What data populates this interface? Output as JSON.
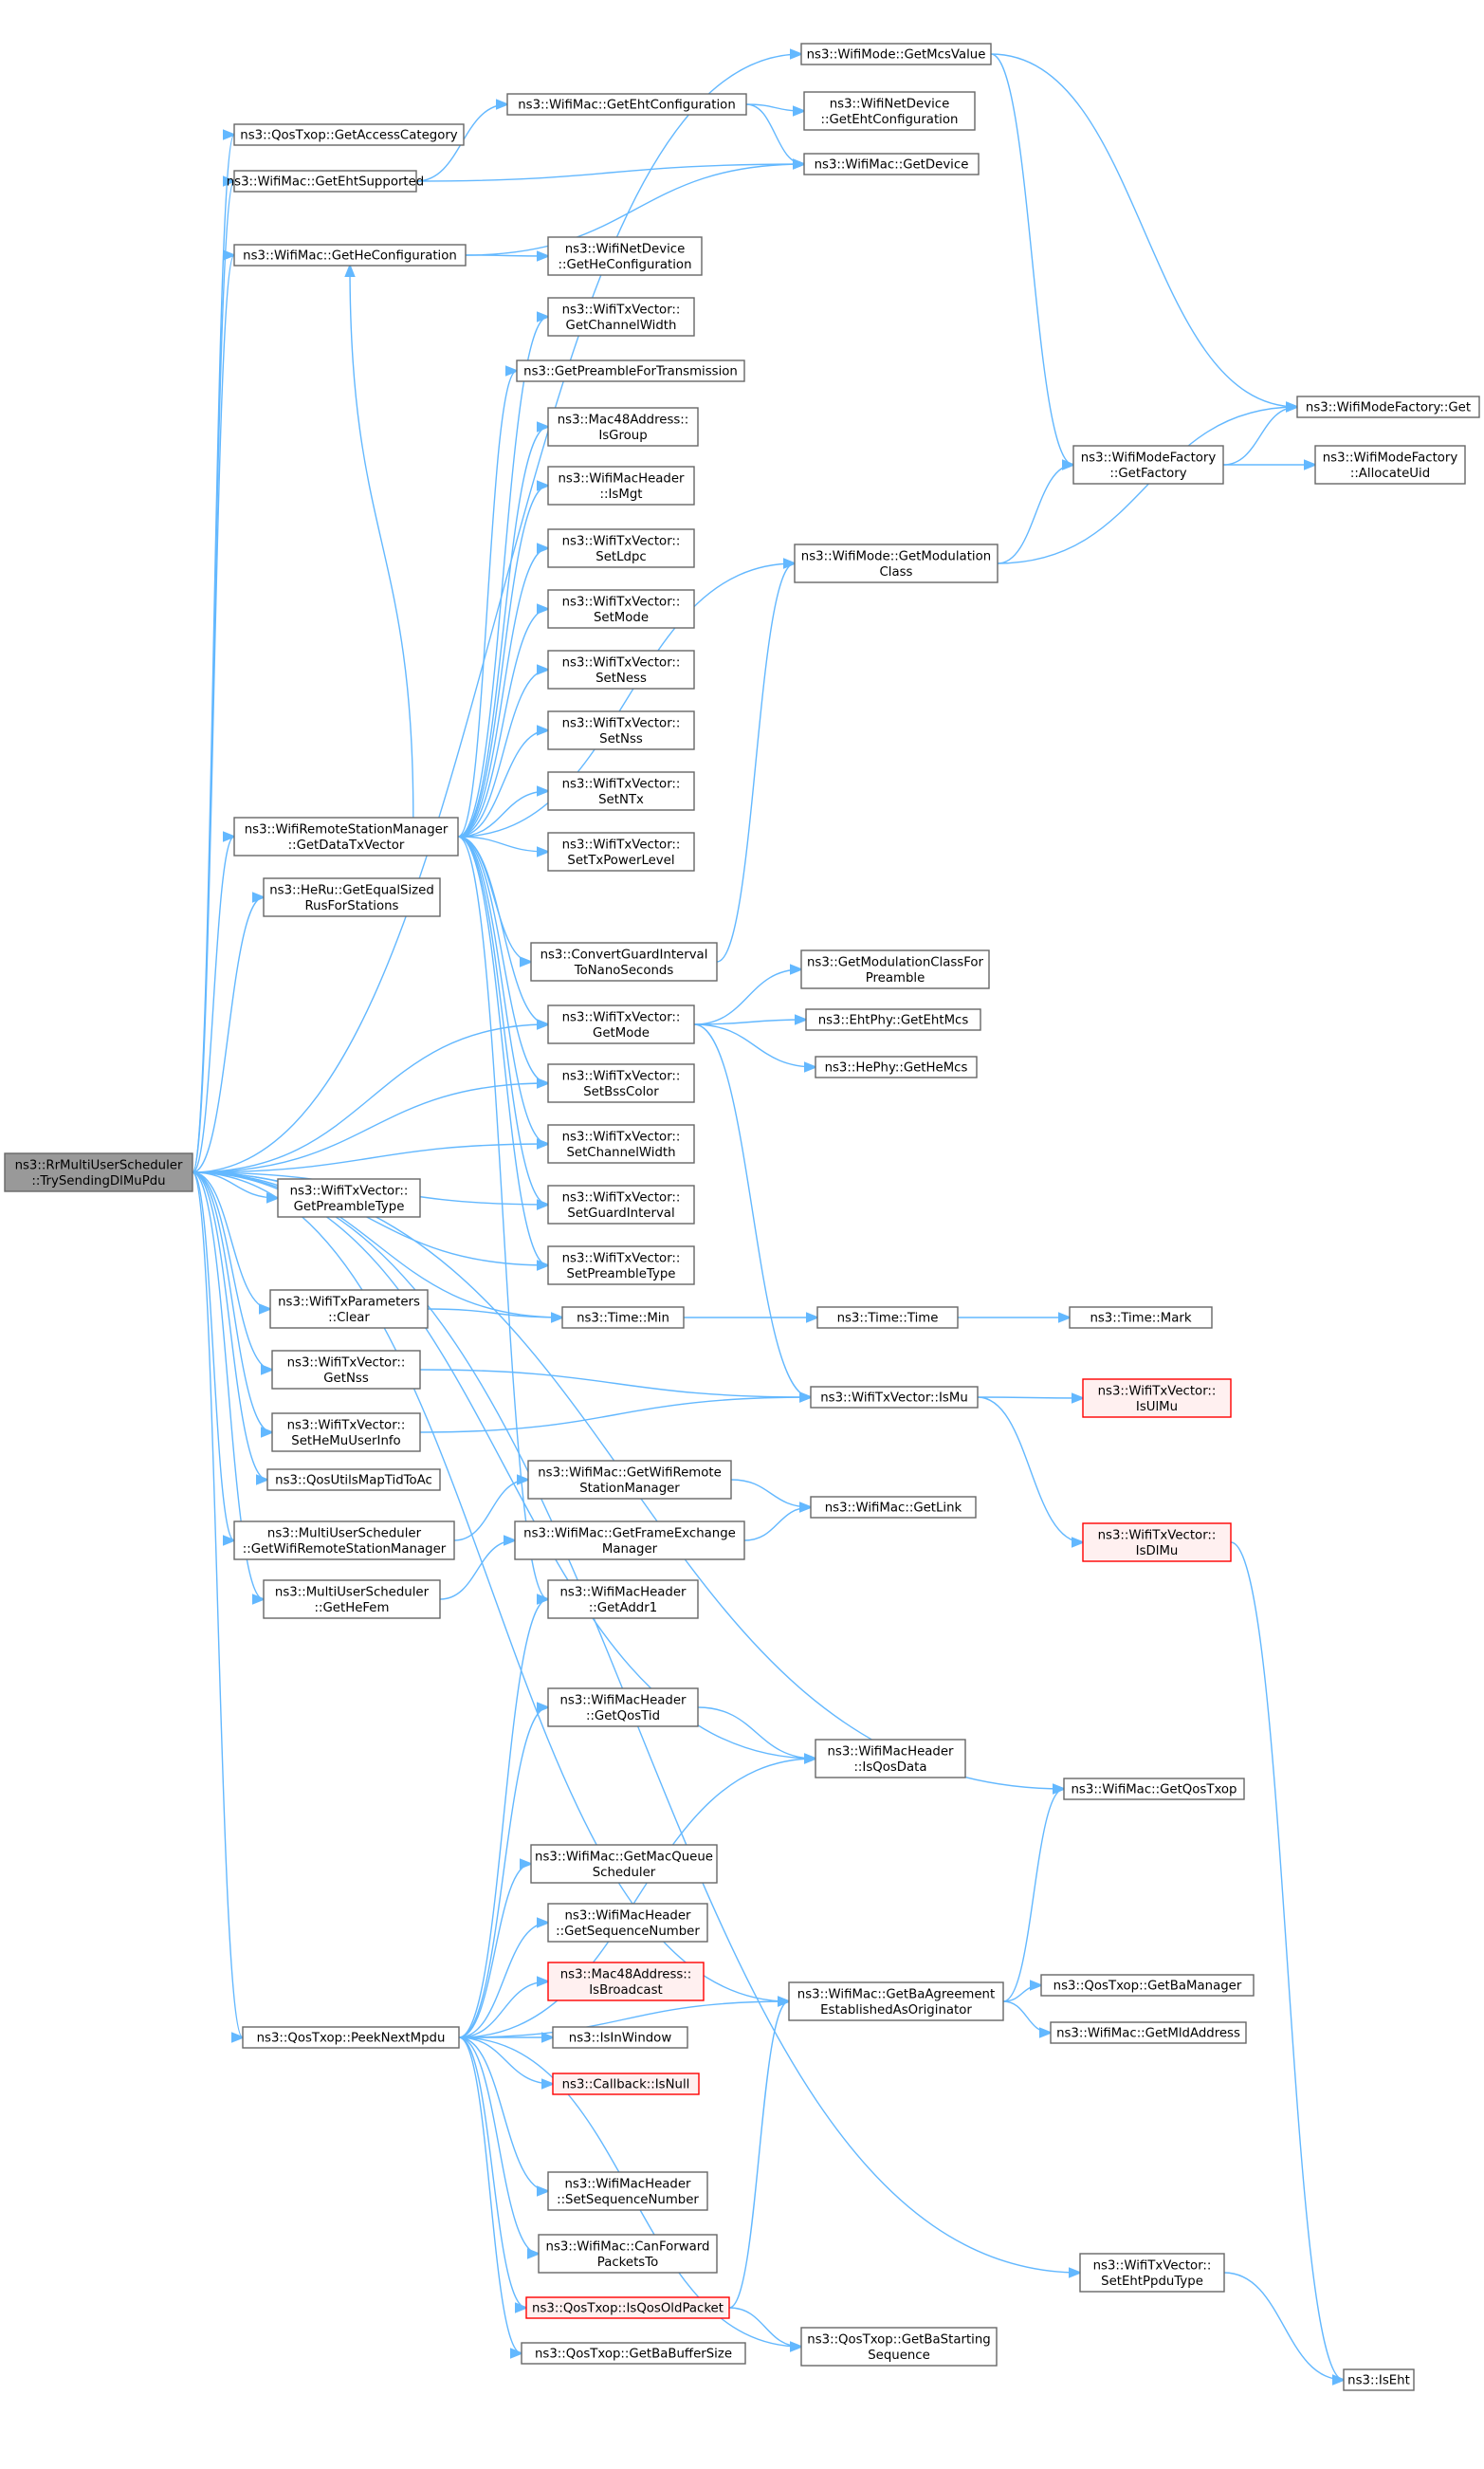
{
  "nodes": [
    {
      "id": "root",
      "label": [
        "ns3::RrMultiUserScheduler",
        "::TrySendingDlMuPdu"
      ],
      "style": "root"
    },
    {
      "id": "getmcs",
      "label": [
        "ns3::WifiMode::GetMcsValue"
      ]
    },
    {
      "id": "accesscat",
      "label": [
        "ns3::QosTxop::GetAccessCategory"
      ]
    },
    {
      "id": "ehtconf",
      "label": [
        "ns3::WifiMac::GetEhtConfiguration"
      ]
    },
    {
      "id": "ndevEht",
      "label": [
        "ns3::WifiNetDevice",
        "::GetEhtConfiguration"
      ]
    },
    {
      "id": "ehtsupp",
      "label": [
        "ns3::WifiMac::GetEhtSupported"
      ]
    },
    {
      "id": "getdevice",
      "label": [
        "ns3::WifiMac::GetDevice"
      ]
    },
    {
      "id": "heconf",
      "label": [
        "ns3::WifiMac::GetHeConfiguration"
      ]
    },
    {
      "id": "ndevHe",
      "label": [
        "ns3::WifiNetDevice",
        "::GetHeConfiguration"
      ]
    },
    {
      "id": "getchw",
      "label": [
        "ns3::WifiTxVector::",
        "GetChannelWidth"
      ]
    },
    {
      "id": "preamble",
      "label": [
        "ns3::GetPreambleForTransmission"
      ]
    },
    {
      "id": "isgroup",
      "label": [
        "ns3::Mac48Address::",
        "IsGroup"
      ]
    },
    {
      "id": "ismgt",
      "label": [
        "ns3::WifiMacHeader",
        "::IsMgt"
      ]
    },
    {
      "id": "setldpc",
      "label": [
        "ns3::WifiTxVector::",
        "SetLdpc"
      ]
    },
    {
      "id": "setmode",
      "label": [
        "ns3::WifiTxVector::",
        "SetMode"
      ]
    },
    {
      "id": "setness",
      "label": [
        "ns3::WifiTxVector::",
        "SetNess"
      ]
    },
    {
      "id": "setnss",
      "label": [
        "ns3::WifiTxVector::",
        "SetNss"
      ]
    },
    {
      "id": "setntx",
      "label": [
        "ns3::WifiTxVector::",
        "SetNTx"
      ]
    },
    {
      "id": "setpower",
      "label": [
        "ns3::WifiTxVector::",
        "SetTxPowerLevel"
      ]
    },
    {
      "id": "mfget",
      "label": [
        "ns3::WifiModeFactory::Get"
      ]
    },
    {
      "id": "mfgetf",
      "label": [
        "ns3::WifiModeFactory",
        "::GetFactory"
      ]
    },
    {
      "id": "mfalloc",
      "label": [
        "ns3::WifiModeFactory",
        "::AllocateUid"
      ]
    },
    {
      "id": "getmodclass",
      "label": [
        "ns3::WifiMode::GetModulation",
        "Class"
      ]
    },
    {
      "id": "getdatatx",
      "label": [
        "ns3::WifiRemoteStationManager",
        "::GetDataTxVector"
      ]
    },
    {
      "id": "heru",
      "label": [
        "ns3::HeRu::GetEqualSized",
        "RusForStations"
      ]
    },
    {
      "id": "convgi",
      "label": [
        "ns3::ConvertGuardInterval",
        "ToNanoSeconds"
      ]
    },
    {
      "id": "modclassforpre",
      "label": [
        "ns3::GetModulationClassFor",
        "Preamble"
      ]
    },
    {
      "id": "getmode",
      "label": [
        "ns3::WifiTxVector::",
        "GetMode"
      ]
    },
    {
      "id": "ehtmcs",
      "label": [
        "ns3::EhtPhy::GetEhtMcs"
      ]
    },
    {
      "id": "hemcs",
      "label": [
        "ns3::HePhy::GetHeMcs"
      ]
    },
    {
      "id": "setbss",
      "label": [
        "ns3::WifiTxVector::",
        "SetBssColor"
      ]
    },
    {
      "id": "setchw",
      "label": [
        "ns3::WifiTxVector::",
        "SetChannelWidth"
      ]
    },
    {
      "id": "getpretype",
      "label": [
        "ns3::WifiTxVector::",
        "GetPreambleType"
      ]
    },
    {
      "id": "setgi",
      "label": [
        "ns3::WifiTxVector::",
        "SetGuardInterval"
      ]
    },
    {
      "id": "setpretype",
      "label": [
        "ns3::WifiTxVector::",
        "SetPreambleType"
      ]
    },
    {
      "id": "txclear",
      "label": [
        "ns3::WifiTxParameters",
        "::Clear"
      ]
    },
    {
      "id": "timemin",
      "label": [
        "ns3::Time::Min"
      ]
    },
    {
      "id": "timetime",
      "label": [
        "ns3::Time::Time"
      ]
    },
    {
      "id": "timemark",
      "label": [
        "ns3::Time::Mark"
      ]
    },
    {
      "id": "getnss",
      "label": [
        "ns3::WifiTxVector::",
        "GetNss"
      ]
    },
    {
      "id": "ismu",
      "label": [
        "ns3::WifiTxVector::IsMu"
      ]
    },
    {
      "id": "isulmu",
      "label": [
        "ns3::WifiTxVector::",
        "IsUlMu"
      ],
      "style": "red"
    },
    {
      "id": "sethemu",
      "label": [
        "ns3::WifiTxVector::",
        "SetHeMuUserInfo"
      ]
    },
    {
      "id": "qosutils",
      "label": [
        "ns3::QosUtilsMapTidToAc"
      ]
    },
    {
      "id": "getwrsm",
      "label": [
        "ns3::WifiMac::GetWifiRemote",
        "StationManager"
      ]
    },
    {
      "id": "musgetwrsm",
      "label": [
        "ns3::MultiUserScheduler",
        "::GetWifiRemoteStationManager"
      ]
    },
    {
      "id": "getlink",
      "label": [
        "ns3::WifiMac::GetLink"
      ]
    },
    {
      "id": "isdlmu",
      "label": [
        "ns3::WifiTxVector::",
        "IsDlMu"
      ],
      "style": "red"
    },
    {
      "id": "getfem",
      "label": [
        "ns3::WifiMac::GetFrameExchange",
        "Manager"
      ]
    },
    {
      "id": "musgethefem",
      "label": [
        "ns3::MultiUserScheduler",
        "::GetHeFem"
      ]
    },
    {
      "id": "getaddr1",
      "label": [
        "ns3::WifiMacHeader",
        "::GetAddr1"
      ]
    },
    {
      "id": "getqostid",
      "label": [
        "ns3::WifiMacHeader",
        "::GetQosTid"
      ]
    },
    {
      "id": "isqosdata",
      "label": [
        "ns3::WifiMacHeader",
        "::IsQosData"
      ]
    },
    {
      "id": "getqostxop",
      "label": [
        "ns3::WifiMac::GetQosTxop"
      ]
    },
    {
      "id": "getmacqueue",
      "label": [
        "ns3::WifiMac::GetMacQueue",
        "Scheduler"
      ]
    },
    {
      "id": "getseq",
      "label": [
        "ns3::WifiMacHeader",
        "::GetSequenceNumber"
      ]
    },
    {
      "id": "iseht",
      "label": [
        "ns3::IsEht"
      ]
    },
    {
      "id": "isbcast",
      "label": [
        "ns3::Mac48Address::",
        "IsBroadcast"
      ],
      "style": "red"
    },
    {
      "id": "getbaagree",
      "label": [
        "ns3::WifiMac::GetBaAgreement",
        "EstablishedAsOriginator"
      ]
    },
    {
      "id": "getbamgr",
      "label": [
        "ns3::QosTxop::GetBaManager"
      ]
    },
    {
      "id": "peek",
      "label": [
        "ns3::QosTxop::PeekNextMpdu"
      ]
    },
    {
      "id": "isinwindow",
      "label": [
        "ns3::IsInWindow"
      ]
    },
    {
      "id": "getmld",
      "label": [
        "ns3::WifiMac::GetMldAddress"
      ]
    },
    {
      "id": "cbisnull",
      "label": [
        "ns3::Callback::IsNull"
      ],
      "style": "red"
    },
    {
      "id": "setseq",
      "label": [
        "ns3::WifiMacHeader",
        "::SetSequenceNumber"
      ]
    },
    {
      "id": "canfwd",
      "label": [
        "ns3::WifiMac::CanForward",
        "PacketsTo"
      ]
    },
    {
      "id": "setehtppdu",
      "label": [
        "ns3::WifiTxVector::",
        "SetEhtPpduType"
      ]
    },
    {
      "id": "isqosold",
      "label": [
        "ns3::QosTxop::IsQosOldPacket"
      ],
      "style": "red"
    },
    {
      "id": "getbabuf",
      "label": [
        "ns3::QosTxop::GetBaBufferSize"
      ]
    },
    {
      "id": "getbastart",
      "label": [
        "ns3::QosTxop::GetBaStarting",
        "Sequence"
      ]
    }
  ],
  "edges": [
    [
      "root",
      "getmcs"
    ],
    [
      "root",
      "accesscat"
    ],
    [
      "root",
      "ehtsupp"
    ],
    [
      "root",
      "heconf"
    ],
    [
      "root",
      "getdatatx"
    ],
    [
      "root",
      "heru"
    ],
    [
      "root",
      "getmode"
    ],
    [
      "root",
      "setbss"
    ],
    [
      "root",
      "setchw"
    ],
    [
      "root",
      "getpretype"
    ],
    [
      "root",
      "setgi"
    ],
    [
      "root",
      "setpretype"
    ],
    [
      "root",
      "txclear"
    ],
    [
      "root",
      "timemin"
    ],
    [
      "root",
      "getnss"
    ],
    [
      "root",
      "sethemu"
    ],
    [
      "root",
      "qosutils"
    ],
    [
      "root",
      "musgetwrsm"
    ],
    [
      "root",
      "musgethefem"
    ],
    [
      "root",
      "getqostxop"
    ],
    [
      "root",
      "getbaagree"
    ],
    [
      "root",
      "peek"
    ],
    [
      "root",
      "setehtppdu"
    ],
    [
      "root",
      "isqosdata"
    ],
    [
      "ehtsupp",
      "ehtconf"
    ],
    [
      "ehtsupp",
      "getdevice"
    ],
    [
      "ehtconf",
      "ndevEht"
    ],
    [
      "ehtconf",
      "getdevice"
    ],
    [
      "heconf",
      "getdevice"
    ],
    [
      "heconf",
      "ndevHe"
    ],
    [
      "getmcs",
      "mfget"
    ],
    [
      "getmcs",
      "mfgetf"
    ],
    [
      "mfgetf",
      "mfget"
    ],
    [
      "mfgetf",
      "mfalloc"
    ],
    [
      "getmodclass",
      "mfget"
    ],
    [
      "getmodclass",
      "mfgetf"
    ],
    [
      "getdatatx",
      "heconf"
    ],
    [
      "getdatatx",
      "getchw"
    ],
    [
      "getdatatx",
      "preamble"
    ],
    [
      "getdatatx",
      "isgroup"
    ],
    [
      "getdatatx",
      "ismgt"
    ],
    [
      "getdatatx",
      "setldpc"
    ],
    [
      "getdatatx",
      "setmode"
    ],
    [
      "getdatatx",
      "setness"
    ],
    [
      "getdatatx",
      "setnss"
    ],
    [
      "getdatatx",
      "setntx"
    ],
    [
      "getdatatx",
      "setpower"
    ],
    [
      "getdatatx",
      "getmodclass"
    ],
    [
      "getdatatx",
      "convgi"
    ],
    [
      "getdatatx",
      "getmode"
    ],
    [
      "getdatatx",
      "setbss"
    ],
    [
      "getdatatx",
      "setchw"
    ],
    [
      "getdatatx",
      "setgi"
    ],
    [
      "getdatatx",
      "setpretype"
    ],
    [
      "getdatatx",
      "getaddr1"
    ],
    [
      "convgi",
      "getmodclass"
    ],
    [
      "getmode",
      "modclassforpre"
    ],
    [
      "getmode",
      "ehtmcs"
    ],
    [
      "getmode",
      "hemcs"
    ],
    [
      "getmode",
      "ismu"
    ],
    [
      "txclear",
      "timemin"
    ],
    [
      "timemin",
      "timetime"
    ],
    [
      "timetime",
      "timemark"
    ],
    [
      "getnss",
      "ismu"
    ],
    [
      "sethemu",
      "ismu"
    ],
    [
      "ismu",
      "isulmu"
    ],
    [
      "ismu",
      "isdlmu"
    ],
    [
      "isdlmu",
      "iseht"
    ],
    [
      "musgetwrsm",
      "getwrsm"
    ],
    [
      "getwrsm",
      "getlink"
    ],
    [
      "musgethefem",
      "getfem"
    ],
    [
      "getfem",
      "getlink"
    ],
    [
      "peek",
      "getaddr1"
    ],
    [
      "peek",
      "getqostid"
    ],
    [
      "peek",
      "isqosdata"
    ],
    [
      "peek",
      "getmacqueue"
    ],
    [
      "peek",
      "getseq"
    ],
    [
      "peek",
      "isbcast"
    ],
    [
      "peek",
      "isinwindow"
    ],
    [
      "peek",
      "cbisnull"
    ],
    [
      "peek",
      "getbaagree"
    ],
    [
      "peek",
      "setseq"
    ],
    [
      "peek",
      "canfwd"
    ],
    [
      "peek",
      "isqosold"
    ],
    [
      "peek",
      "getbabuf"
    ],
    [
      "peek",
      "getbastart"
    ],
    [
      "getqostid",
      "isqosdata"
    ],
    [
      "getbaagree",
      "getqostxop"
    ],
    [
      "getbaagree",
      "getbamgr"
    ],
    [
      "getbaagree",
      "getmld"
    ],
    [
      "isqosold",
      "getbaagree"
    ],
    [
      "isqosold",
      "getbastart"
    ],
    [
      "setehtppdu",
      "iseht"
    ]
  ]
}
